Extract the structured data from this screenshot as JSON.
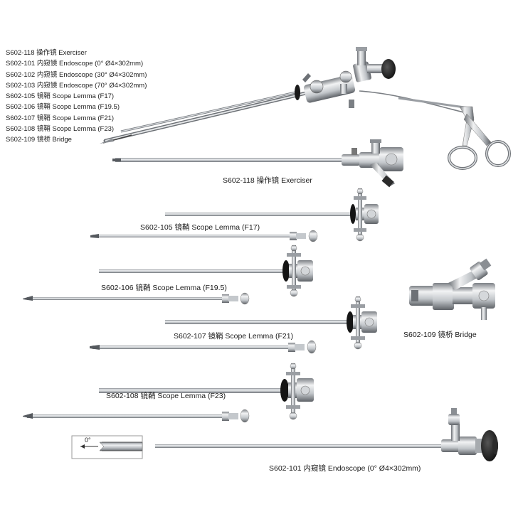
{
  "catalog_list": [
    "S602-118  操作镜  Exerciser",
    "S602-101  内窥镜  Endoscope (0°  Ø4×302mm)",
    "S602-102  内窥镜  Endoscope (30°  Ø4×302mm)",
    "S602-103  内窥镜  Endoscope (70°  Ø4×302mm)",
    "S602-105  镜鞘  Scope Lemma (F17)",
    "S602-106  镜鞘  Scope Lemma (F19.5)",
    "S602-107  镜鞘  Scope Lemma (F21)",
    "S602-108  镜鞘  Scope Lemma (F23)",
    "S602-109  镜桥  Bridge"
  ],
  "captions": {
    "exerciser": "S602-118  操作镜  Exerciser",
    "f17": "S602-105  镜鞘  Scope Lemma (F17)",
    "f195": "S602-106  镜鞘  Scope Lemma (F19.5)",
    "f21": "S602-107  镜鞘  Scope Lemma (F21)",
    "f23": "S602-108  镜鞘  Scope Lemma (F23)",
    "bridge": "S602-109  镜桥  Bridge",
    "endoscope": "S602-101  内窥镜  Endoscope (0°  Ø4×302mm)"
  },
  "inset": {
    "angle_label": "0°"
  },
  "colors": {
    "steel_light": "#e6e8ea",
    "steel_mid": "#b9bdc1",
    "steel_dark": "#6d7176",
    "black_cup": "#141414"
  }
}
